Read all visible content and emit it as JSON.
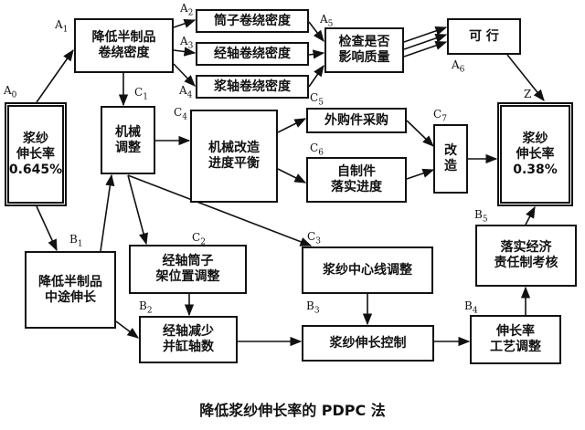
{
  "diagram": {
    "nodes": {
      "A0": {
        "text": "浆纱\n伸长率\n0.645%"
      },
      "A1": {
        "text": "降低半制品\n卷绕密度"
      },
      "A2": {
        "text": "筒子卷绕密度"
      },
      "A3": {
        "text": "经轴卷绕密度"
      },
      "A4": {
        "text": "浆轴卷绕密度"
      },
      "A5": {
        "text": "检查是否\n影响质量"
      },
      "A6": {
        "text": "可 行"
      },
      "B1": {
        "text": "降低半制品\n中途伸长"
      },
      "B2": {
        "text": "经轴减少\n并缸轴数"
      },
      "B3": {
        "text": "浆纱伸长控制"
      },
      "B4": {
        "text": "伸长率\n工艺调整"
      },
      "B5": {
        "text": "落实经济\n责任制考核"
      },
      "C1": {
        "text": "机械\n调整"
      },
      "C2": {
        "text": "经轴筒子\n架位置调整"
      },
      "C3": {
        "text": "浆纱中心线调整"
      },
      "C4": {
        "text": "机械改造\n进度平衡"
      },
      "C5": {
        "text": "外购件采购"
      },
      "C6": {
        "text": "自制件\n落实进度"
      },
      "C7": {
        "text": "改\n造"
      },
      "Z": {
        "text": "浆纱\n伸长率\n0.38%"
      }
    },
    "labels": {
      "A0": {
        "main": "A",
        "sub": "0"
      },
      "A1": {
        "main": "A",
        "sub": "1"
      },
      "A2": {
        "main": "A",
        "sub": "2"
      },
      "A3": {
        "main": "A",
        "sub": "3"
      },
      "A4": {
        "main": "A",
        "sub": "4"
      },
      "A5": {
        "main": "A",
        "sub": "5"
      },
      "A6": {
        "main": "A",
        "sub": "6"
      },
      "B1": {
        "main": "B",
        "sub": "1"
      },
      "B2": {
        "main": "B",
        "sub": "2"
      },
      "B3": {
        "main": "B",
        "sub": "3"
      },
      "B4": {
        "main": "B",
        "sub": "4"
      },
      "B5": {
        "main": "B",
        "sub": "5"
      },
      "C1": {
        "main": "C",
        "sub": "1"
      },
      "C2": {
        "main": "C",
        "sub": "2"
      },
      "C3": {
        "main": "C",
        "sub": "3"
      },
      "C4": {
        "main": "C",
        "sub": "4"
      },
      "C5": {
        "main": "C",
        "sub": "5"
      },
      "C6": {
        "main": "C",
        "sub": "6"
      },
      "C7": {
        "main": "C",
        "sub": "7"
      },
      "Z": {
        "main": "Z",
        "sub": ""
      }
    },
    "caption": "降低浆纱伸长率的 PDPC 法"
  }
}
